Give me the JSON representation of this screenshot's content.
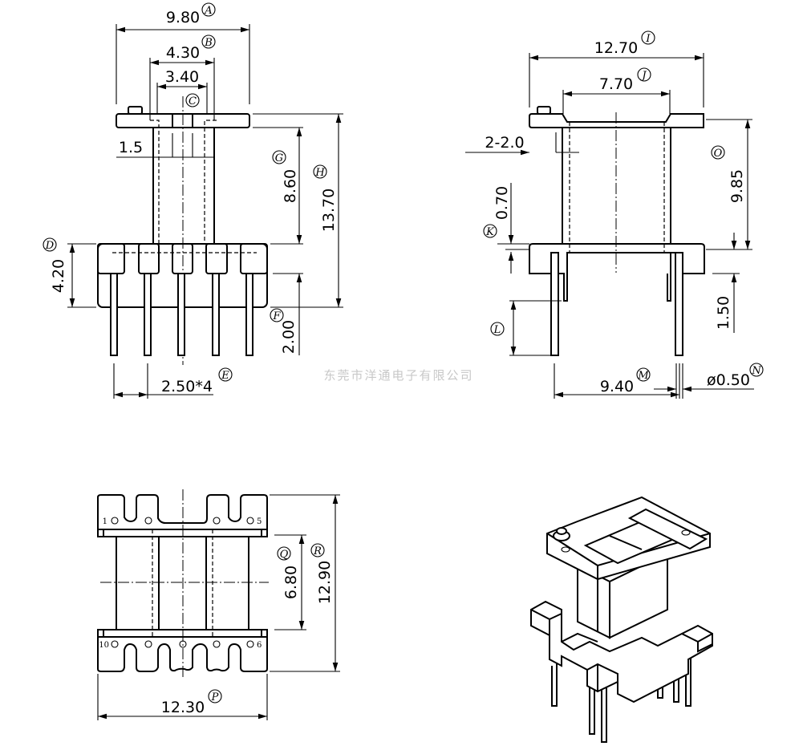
{
  "company_watermark": "东莞市洋通电子有限公司",
  "front_view": {
    "A": {
      "letter": "A",
      "value": "9.80"
    },
    "B": {
      "letter": "B",
      "value": "4.30"
    },
    "C": {
      "letter": "C",
      "value": "3.40"
    },
    "slot": {
      "value": "1.5"
    },
    "G": {
      "letter": "G",
      "value": "8.60"
    },
    "H": {
      "letter": "H",
      "value": "13.70"
    },
    "D": {
      "letter": "D",
      "value": "4.20"
    },
    "F": {
      "letter": "F",
      "value": "2.00"
    },
    "E": {
      "letter": "E",
      "value": "2.50*4"
    }
  },
  "side_view": {
    "I": {
      "letter": "I",
      "value": "12.70"
    },
    "J": {
      "letter": "J",
      "value": "7.70"
    },
    "chamfer": {
      "value": "2-2.0"
    },
    "O": {
      "letter": "O",
      "value": "9.85"
    },
    "K": {
      "letter": "K",
      "value": "0.70"
    },
    "base": {
      "value": "1.50"
    },
    "L": {
      "letter": "L"
    },
    "M": {
      "letter": "M",
      "value": "9.40"
    },
    "N": {
      "letter": "N",
      "value": "ø0.50"
    }
  },
  "top_view": {
    "P": {
      "letter": "P",
      "value": "12.30"
    },
    "Q": {
      "letter": "Q",
      "value": "6.80"
    },
    "R": {
      "letter": "R",
      "value": "12.90"
    },
    "pins": {
      "p1": "1",
      "p5": "5",
      "p10": "10",
      "p6": "6"
    }
  }
}
